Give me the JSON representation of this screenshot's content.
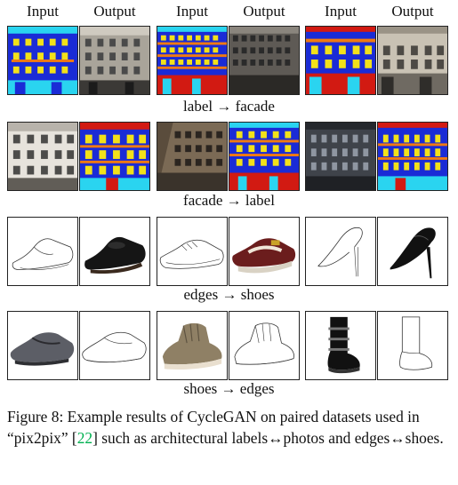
{
  "headers": [
    "Input",
    "Output",
    "Input",
    "Output",
    "Input",
    "Output"
  ],
  "row_labels": {
    "label_facade": "label → facade",
    "facade_label": "facade → label",
    "edges_shoes": "edges → shoes",
    "shoes_edges": "shoes → edges"
  },
  "caption": {
    "prefix": "Figure 8: Example results of CycleGAN on paired datasets used in “pix2pix” [",
    "ref": "22",
    "suffix": "] such as architectural labels↔photos and edges↔shoes."
  },
  "colors": {
    "label_blue": "#1a2bd6",
    "label_cyan": "#2ad4f0",
    "label_yellow": "#f2e11a",
    "label_orange": "#f07a12",
    "label_red": "#d21a12",
    "reference_green": "#00b050"
  }
}
